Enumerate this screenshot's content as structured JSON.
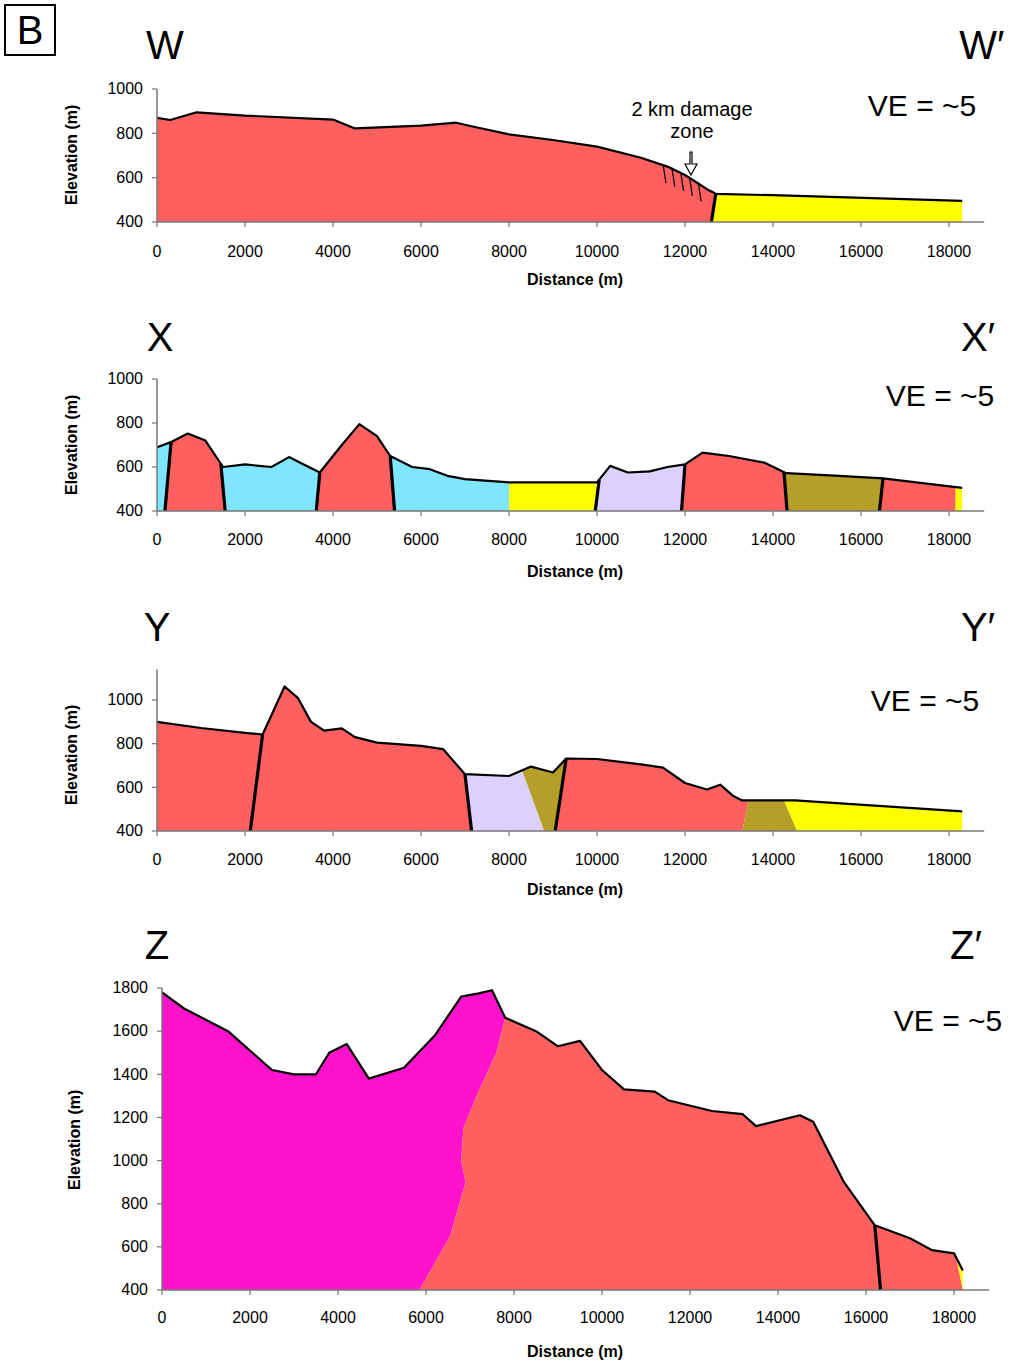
{
  "diagram": {
    "nodes": [
      {
        "text": [
          "B"
        ]
      }
    ],
    "labels": [
      "W",
      "W′",
      "VE = ~5",
      "2 km damage zone",
      "1000",
      "800",
      "600",
      "400",
      "0",
      "2000",
      "4000",
      "6000",
      "8000",
      "10000",
      "12000",
      "14000",
      "16000",
      "18000",
      "Elevation (m)",
      "Distance (m)",
      "X",
      "X′",
      "VE = ~5",
      "1000",
      "800",
      "600",
      "400",
      "0",
      "2000",
      "4000",
      "6000",
      "8000",
      "10000",
      "12000",
      "14000",
      "16000",
      "18000",
      "Elevation (m)",
      "Distance (m)",
      "Y",
      "Y′",
      "VE = ~5",
      "1000",
      "800",
      "600",
      "400",
      "0",
      "2000",
      "4000",
      "6000",
      "8000",
      "10000",
      "12000",
      "14000",
      "16000",
      "18000",
      "Elevation (m)",
      "Distance (m)",
      "Z",
      "Z′",
      "VE = ~5",
      "1800",
      "1600",
      "1400",
      "1200",
      "1000",
      "800",
      "600",
      "400",
      "0",
      "2000",
      "4000",
      "6000",
      "8000",
      "10000",
      "12000",
      "14000",
      "16000",
      "18000",
      "Elevation (m)",
      "Distance (m)"
    ]
  }
}
